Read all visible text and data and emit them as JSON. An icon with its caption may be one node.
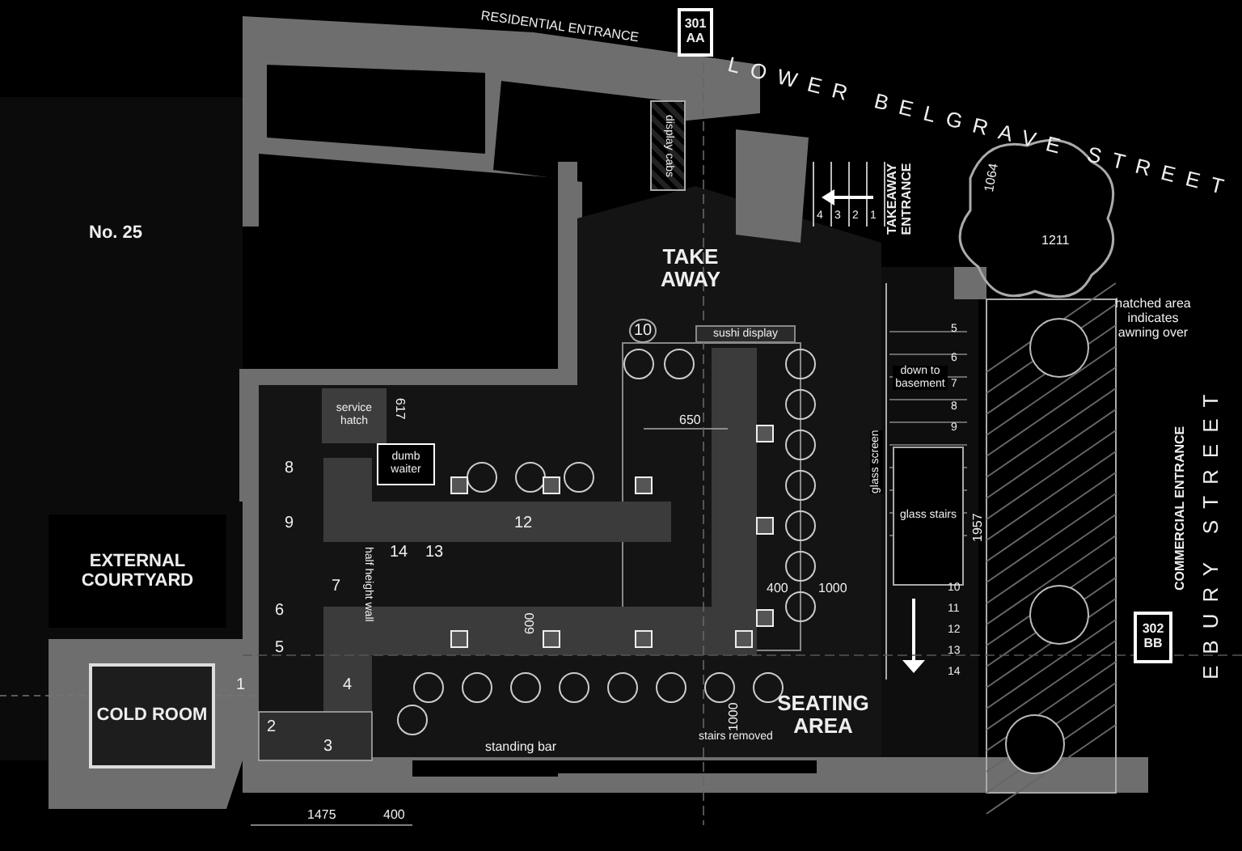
{
  "diagram": {
    "nodes": [
      {
        "text": [
          "301",
          "AA"
        ]
      },
      {
        "text": [
          "display cabs"
        ]
      },
      {
        "text": [
          "sushi display"
        ]
      },
      {
        "text": [
          "service hatch"
        ]
      },
      {
        "text": [
          "dumb waiter"
        ]
      },
      {
        "text": [
          "EXTERNAL COURTYARD"
        ]
      },
      {
        "text": [
          "glass stairs"
        ]
      },
      {
        "text": [
          "COLD ROOM"
        ]
      },
      {
        "text": [
          "302",
          "BB"
        ]
      }
    ],
    "labels": [
      "RESIDENTIAL ENTRANCE",
      "LOWER BELGRAVE STREET",
      "No. 25",
      "4",
      "3",
      "2",
      "1",
      "TAKEAWAY ENTRANCE",
      "1064",
      "1211",
      "TAKE AWAY",
      "10",
      "hatched area indicates awning over",
      "5",
      "down to basement",
      "6",
      "7",
      "8",
      "9",
      "617",
      "650",
      "EBURY STREET",
      "COMMERCIAL ENTRANCE",
      "glass screen",
      "1957",
      "8",
      "9",
      "14",
      "13",
      "12",
      "half height wall",
      "7",
      "6",
      "5",
      "400",
      "1000",
      "10",
      "11",
      "12",
      "13",
      "14",
      "1",
      "4",
      "600",
      "2",
      "3",
      "1000",
      "SEATING AREA",
      "stairs removed",
      "standing bar",
      "1475",
      "400"
    ]
  }
}
